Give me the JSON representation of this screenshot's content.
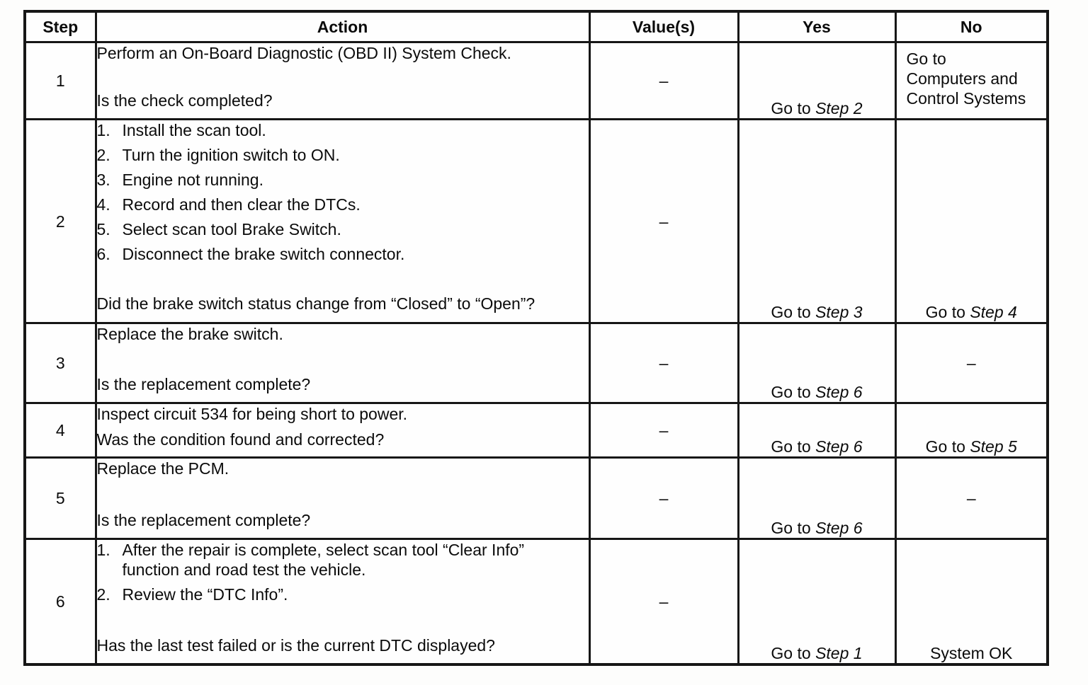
{
  "table": {
    "headers": {
      "step": "Step",
      "action": "Action",
      "values": "Value(s)",
      "yes": "Yes",
      "no": "No"
    },
    "rows": [
      {
        "step": "1",
        "action": {
          "lines": [
            "Perform an On-Board Diagnostic (OBD II) System Check."
          ],
          "question": "Is the check completed?"
        },
        "value": "–",
        "yes": {
          "prefix": "Go to ",
          "step": "Step 2"
        },
        "no": {
          "lines": [
            "Go to",
            "Computers and",
            "Control Systems"
          ]
        }
      },
      {
        "step": "2",
        "action": {
          "items": [
            {
              "num": "1.",
              "text": "Install the scan tool."
            },
            {
              "num": "2.",
              "text": "Turn the ignition switch to ON."
            },
            {
              "num": "3.",
              "text": "Engine not running."
            },
            {
              "num": "4.",
              "text": "Record and then clear the DTCs."
            },
            {
              "num": "5.",
              "text": "Select scan tool Brake Switch."
            },
            {
              "num": "6.",
              "text": "Disconnect the brake switch connector."
            }
          ],
          "question": "Did the brake switch status change from “Closed” to “Open”?"
        },
        "value": "–",
        "yes": {
          "prefix": "Go to ",
          "step": "Step 3"
        },
        "no": {
          "prefix": "Go to ",
          "step": "Step 4"
        }
      },
      {
        "step": "3",
        "action": {
          "lines": [
            "Replace the brake switch."
          ],
          "question": "Is the replacement complete?"
        },
        "value": "–",
        "yes": {
          "prefix": "Go to ",
          "step": "Step 6"
        },
        "no": {
          "dash": "–"
        }
      },
      {
        "step": "4",
        "action": {
          "lines": [
            "Inspect circuit 534 for being short to power."
          ],
          "question": "Was the condition found and corrected?"
        },
        "value": "–",
        "yes": {
          "prefix": "Go to ",
          "step": "Step 6"
        },
        "no": {
          "prefix": "Go to ",
          "step": "Step 5"
        }
      },
      {
        "step": "5",
        "action": {
          "lines": [
            "Replace the PCM."
          ],
          "question": "Is the replacement complete?"
        },
        "value": "–",
        "yes": {
          "prefix": "Go to ",
          "step": "Step 6"
        },
        "no": {
          "dash": "–"
        }
      },
      {
        "step": "6",
        "action": {
          "items": [
            {
              "num": "1.",
              "text": "After the repair is complete, select scan tool “Clear Info” function and road test the vehicle."
            },
            {
              "num": "2.",
              "text": "Review the “DTC Info”."
            }
          ],
          "question": "Has the last test failed or is the current DTC displayed?"
        },
        "value": "–",
        "yes": {
          "prefix": "Go to ",
          "step": "Step 1"
        },
        "no": {
          "text": "System OK"
        }
      }
    ]
  }
}
